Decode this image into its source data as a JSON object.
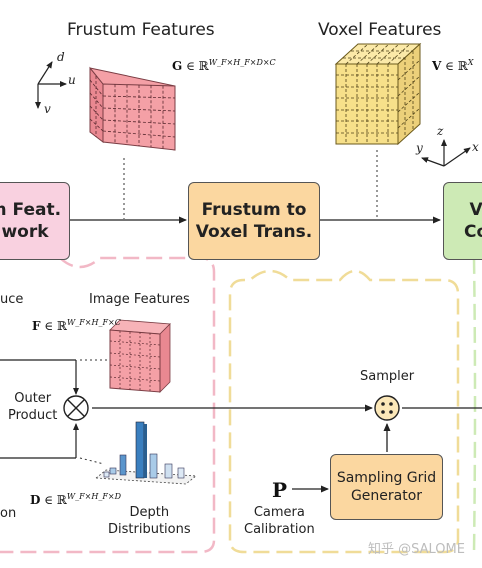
{
  "top": {
    "frustum_features_title": "Frustum Features",
    "voxel_features_title": "Voxel Features",
    "frustum_eq_var": "G",
    "frustum_eq_rest": " ∈ ℝ",
    "frustum_eq_sup": "W_F×H_F×D×C",
    "voxel_eq_var": "V",
    "voxel_eq_rest": " ∈ ℝ",
    "voxel_eq_sup": "X",
    "axes_frustum": {
      "d": "d",
      "u": "u",
      "v": "v"
    },
    "axes_voxel": {
      "z": "z",
      "y": "y",
      "x": "x"
    }
  },
  "boxes": {
    "left_line1": "m Feat.",
    "left_line2": "work",
    "middle_line1": "Frustum to",
    "middle_line2": "Voxel Trans.",
    "right_line1": "V",
    "right_line2": "Co"
  },
  "lower": {
    "uce": "uce",
    "image_features": "Image Features",
    "f_eq_var": "F",
    "f_eq_rest": " ∈ ℝ",
    "f_eq_sup": "W_F×H_F×C",
    "outer_product_1": "Outer",
    "outer_product_2": "Product",
    "d_eq_var": "D",
    "d_eq_rest": " ∈ ℝ",
    "d_eq_sup": "W_F×H_F×D",
    "on": "on",
    "depth_1": "Depth",
    "depth_2": "Distributions",
    "sampler": "Sampler",
    "p_var": "P",
    "camera_1": "Camera",
    "camera_2": "Calibration",
    "sampling_1": "Sampling Grid",
    "sampling_2": "Generator",
    "watermark": "知乎 @SALOME"
  },
  "colors": {
    "frustum_pink": "#f4a0a6",
    "voxel_yellow": "#f7e08a",
    "box_pink": "#f9d1e0",
    "box_orange": "#fbd7a0",
    "box_green": "#cdeab5",
    "dash_pink": "#f2b8c6",
    "dash_yellow": "#f0dc98",
    "depth_blue": "#3a7fbf",
    "depth_light": "#a9cbe8"
  }
}
